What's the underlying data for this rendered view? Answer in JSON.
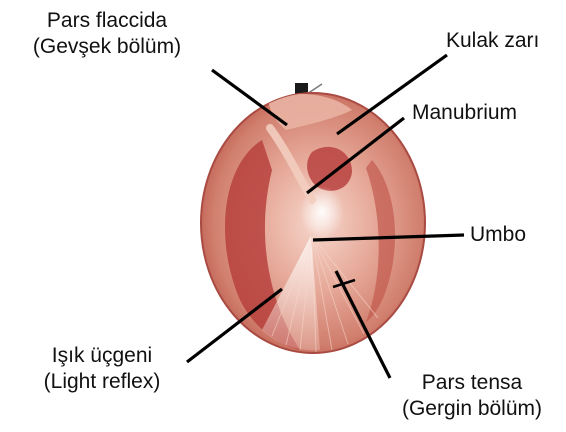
{
  "labels": {
    "pars_flaccida": {
      "name": "Pars flaccida",
      "translation": "(Gevşek bölüm)"
    },
    "kulak_zari": {
      "name": "Kulak zarı"
    },
    "manubrium": {
      "name": "Manubrium"
    },
    "umbo": {
      "name": "Umbo"
    },
    "isik_ucgeni": {
      "name": "Işık üçgeni",
      "translation": "(Light reflex)"
    },
    "pars_tensa": {
      "name": "Pars tensa",
      "translation": "(Gergin bölüm)"
    }
  },
  "colors": {
    "membrane_outer": "#c76a5a",
    "membrane_mid": "#d98c7b",
    "membrane_light": "#efc2b4",
    "membrane_dark": "#b23a3a",
    "leader_line": "#000000",
    "highlight": "#ffffff"
  }
}
